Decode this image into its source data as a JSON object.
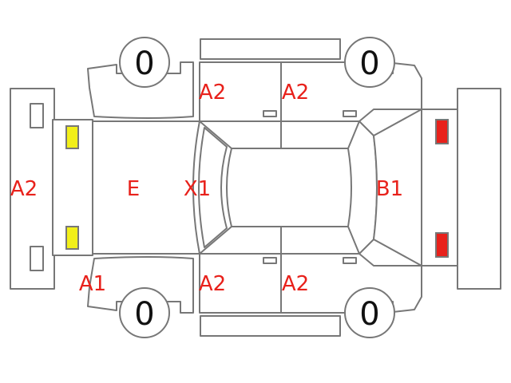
{
  "colors": {
    "outline": "#777777",
    "code_text": "#e8211b",
    "front_lamp": "#f2ef19",
    "rear_lamp": "#e8211b",
    "background": "#ffffff"
  },
  "tires": {
    "front_left": "0",
    "rear_left": "0",
    "front_right": "0",
    "rear_right": "0"
  },
  "damage_codes": {
    "front_bumper": "A2",
    "hood": "E",
    "windshield": "X1",
    "rear_glass": "B1",
    "left_fender": "A1",
    "left_front_door": "A2",
    "left_rear_door": "A2",
    "right_front_door": "A2",
    "right_rear_door": "A2"
  }
}
